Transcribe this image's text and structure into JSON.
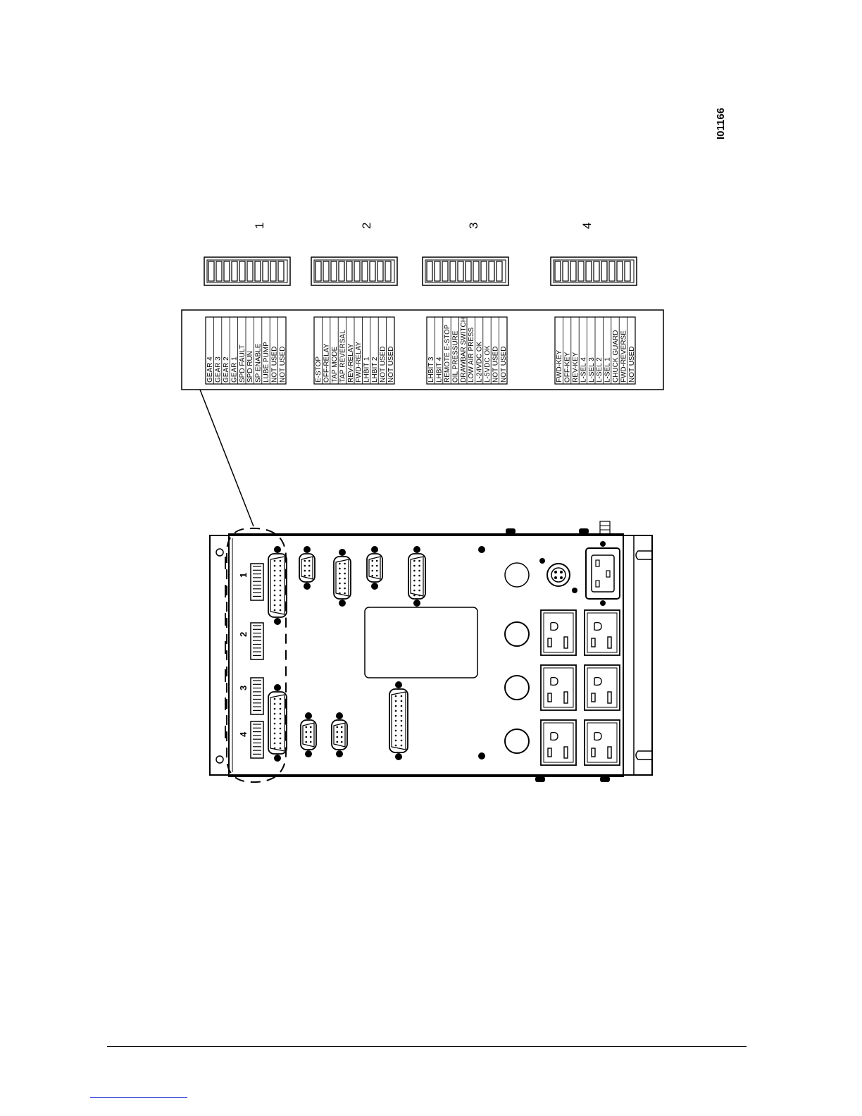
{
  "figure_id": "I01166",
  "switch_banks": [
    {
      "number": "1",
      "labels": [
        "GEAR 4",
        "GEAR 3",
        "GEAR 2",
        "GEAR 1",
        "SPD FAULT",
        "SPD RUN",
        "SP ENABLE",
        "LUBE PUMP",
        "NOT USED",
        "NOT USED"
      ]
    },
    {
      "number": "2",
      "labels": [
        "E-STOP",
        "OFF-RELAY",
        "TAP MODE",
        "TAP REVERSAL",
        "REV-RELAY",
        "FWD-RELAY",
        "LHBIT 1",
        "LHBIT 2",
        "NOT USED",
        "NOT USED"
      ]
    },
    {
      "number": "3",
      "labels": [
        "LHBIT 3",
        "LHBIT 4",
        "REMOTE E-STOP",
        "OIL PRESSURE",
        "DRAWBAR SWITCH",
        "LOW AIR PRESS",
        "L-24VDC OK",
        "L-5VDC OK",
        "NOT USED",
        "NOT USED"
      ]
    },
    {
      "number": "4",
      "labels": [
        "FWD-KEY",
        "OFF-KEY",
        "REV-KEY",
        "L-SEL 4",
        "L-SEL 3",
        "L-SEL 2",
        "L-SEL 1",
        "CHUCK GUARD",
        "FWD-REVERSE",
        "NOT USED"
      ]
    }
  ],
  "panel": {
    "bank_numbers": [
      "1",
      "2",
      "3",
      "4"
    ]
  }
}
